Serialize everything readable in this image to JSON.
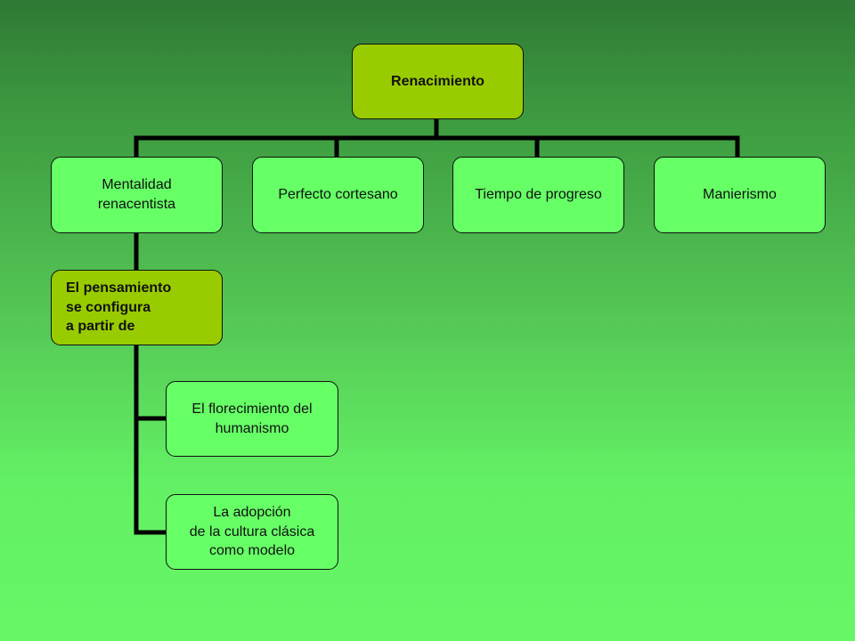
{
  "diagram": {
    "root": {
      "label": "Renacimiento"
    },
    "branches": [
      {
        "label": "Mentalidad\nrenacentista"
      },
      {
        "label": "Perfecto cortesano"
      },
      {
        "label": "Tiempo de progreso"
      },
      {
        "label": "Manierismo"
      }
    ],
    "sub_node": {
      "label": "El pensamiento\n se configura\n  a partir de"
    },
    "leaves": [
      {
        "label": "El florecimiento del\nhumanismo"
      },
      {
        "label": "La adopción\nde la cultura clásica\ncomo modelo"
      }
    ]
  }
}
